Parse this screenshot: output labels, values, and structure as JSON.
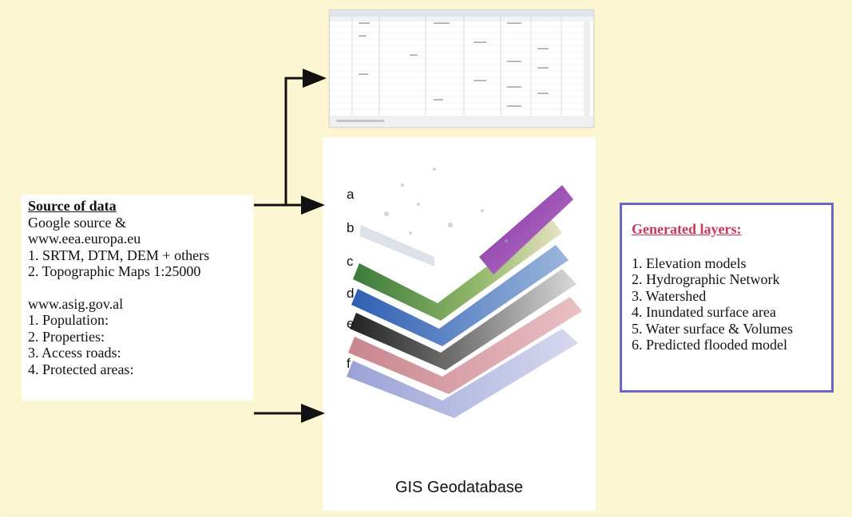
{
  "source": {
    "title": "Source of data",
    "group1": [
      "Google source &",
      "www.eea.europa.eu",
      "1. SRTM, DTM, DEM + others",
      "2. Topographic Maps 1:25000"
    ],
    "group2": [
      "www.asig.gov.al",
      "1. Population:",
      "2. Properties:",
      "3. Access roads:",
      "4. Protected areas:"
    ]
  },
  "gis": {
    "label": "GIS Geodatabase",
    "layers": [
      "a",
      "b",
      "c",
      "d",
      "e",
      "f"
    ]
  },
  "generated": {
    "title": "Generated layers:",
    "items": [
      "1. Elevation models",
      "2. Hydrographic Network",
      "3. Watershed",
      "4. Inundated surface area",
      "5. Water surface & Volumes",
      "6. Predicted flooded model"
    ]
  },
  "colors": {
    "background": "#fcf7d2",
    "generated_title": "#c9385a",
    "generated_border": "#6a68c6"
  }
}
